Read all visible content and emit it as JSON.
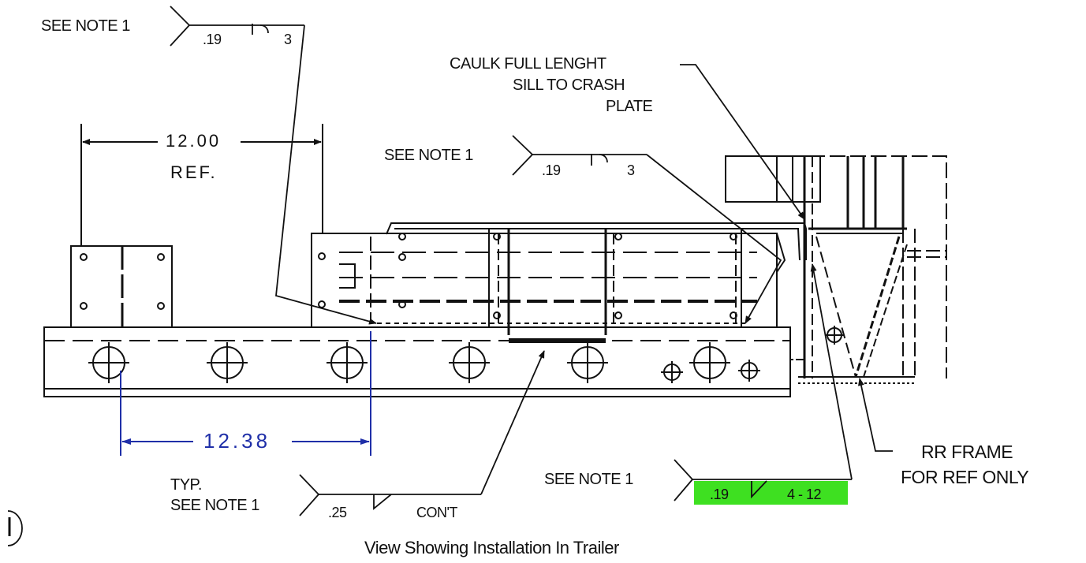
{
  "notes": {
    "weld1": {
      "note": "SEE NOTE 1",
      "size": ".19",
      "length": "3"
    },
    "weld2": {
      "note": "SEE NOTE 1",
      "size": ".19",
      "length": "3"
    },
    "weld3": {
      "note": "SEE NOTE 1",
      "size": ".19",
      "length": "4 - 12"
    },
    "weld4": {
      "line1": "TYP.",
      "line2": "SEE NOTE 1",
      "size": ".25",
      "length": "CON'T"
    }
  },
  "caulk": {
    "line1": "CAULK FULL LENGHT",
    "line2": "SILL TO CRASH",
    "line3": "PLATE"
  },
  "frame": {
    "line1": "RR FRAME",
    "line2": "FOR REF ONLY"
  },
  "dims": {
    "ref_value": "12.00",
    "ref_label": "REF.",
    "spacing": "12.38"
  },
  "caption": "View Showing Installation In Trailer",
  "colors": {
    "highlight": "#3ee021",
    "dimension": "#1f2fa8",
    "ink": "#111111"
  }
}
